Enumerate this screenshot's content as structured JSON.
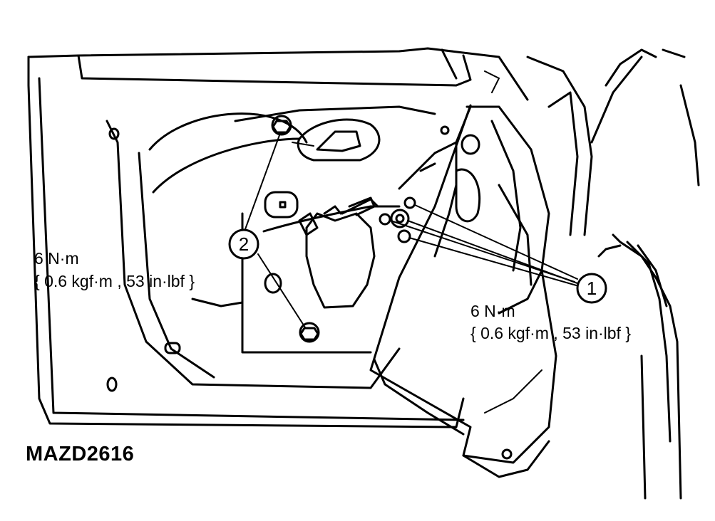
{
  "diagram": {
    "torque_left": {
      "line1": "6 N·m",
      "line2": "{ 0.6 kgf·m , 53 in·lbf }"
    },
    "torque_right": {
      "line1": "6 N·m",
      "line2": "{ 0.6 kgf·m , 53 in·lbf }"
    },
    "callouts": {
      "one": "1",
      "two": "2"
    },
    "figure_code": "MAZD2616"
  }
}
